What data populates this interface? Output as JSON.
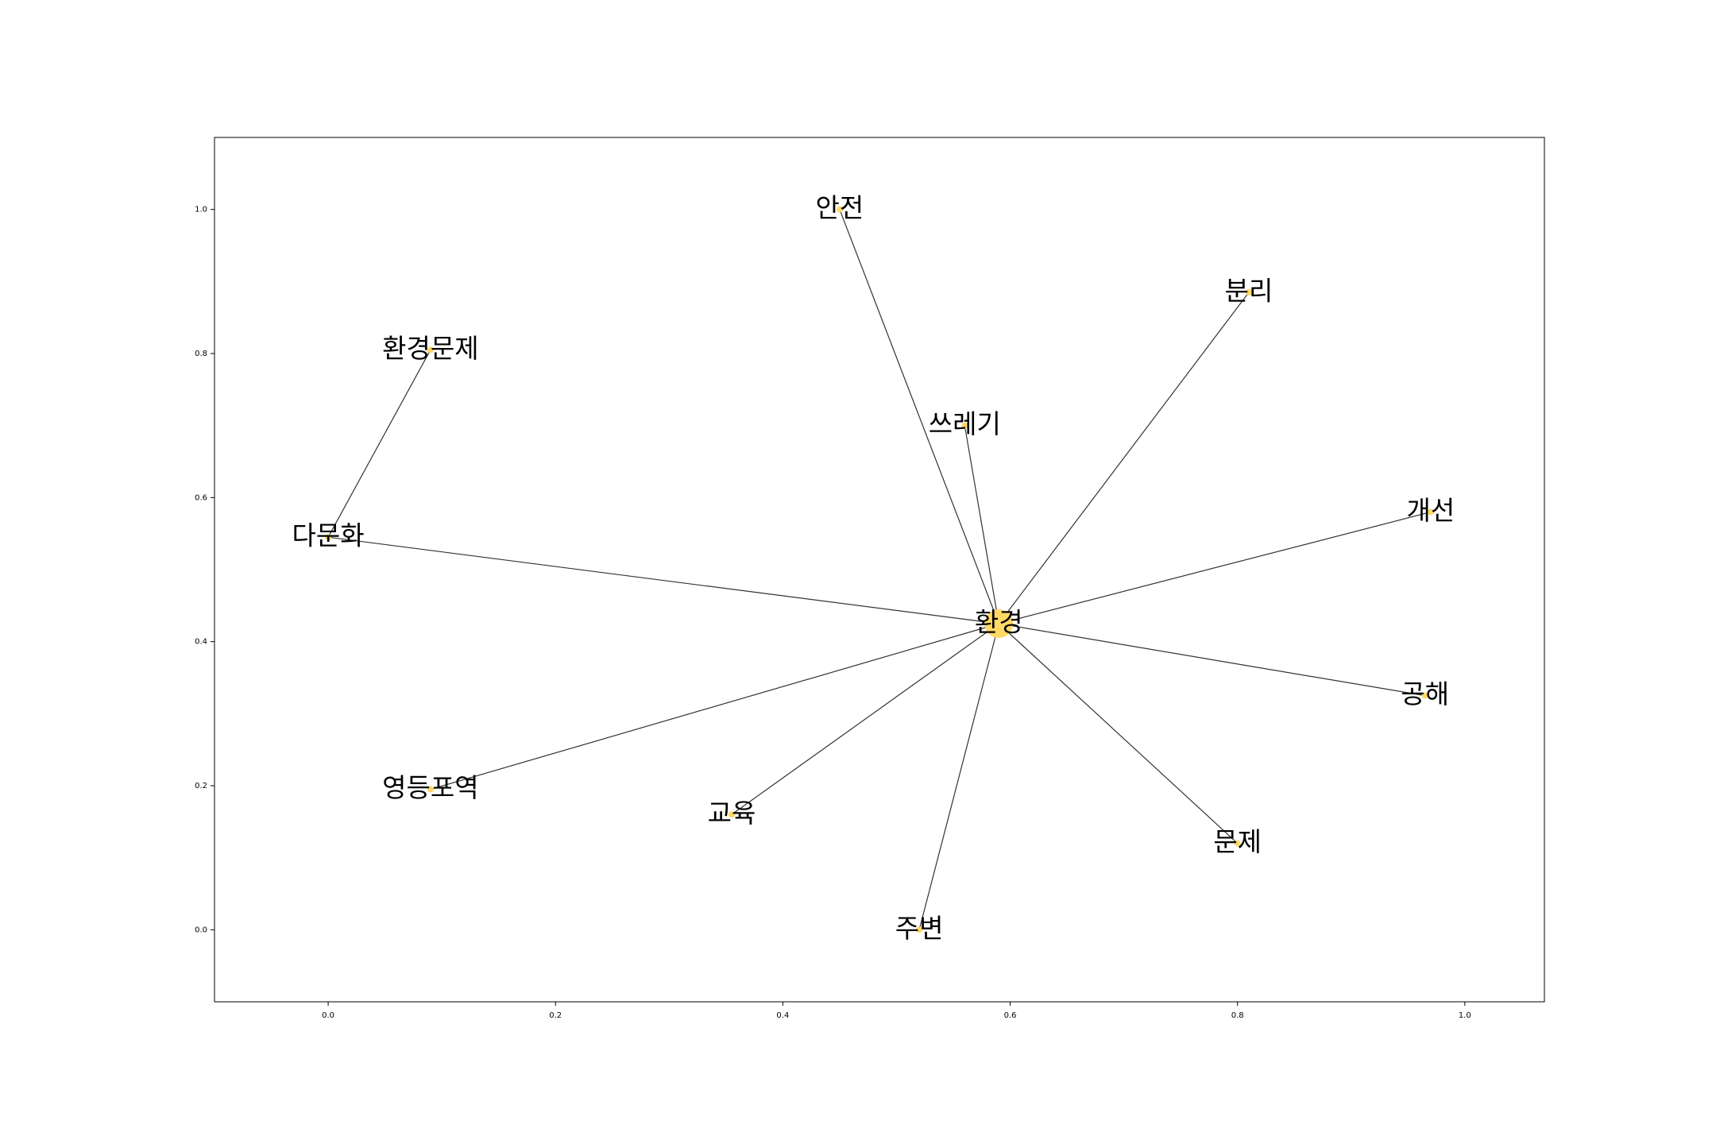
{
  "chart_data": {
    "type": "network",
    "title": "",
    "xlabel": "",
    "ylabel": "",
    "xlim": [
      -0.1,
      1.07
    ],
    "ylim": [
      -0.1,
      1.1
    ],
    "xticks": [
      0.0,
      0.2,
      0.4,
      0.6,
      0.8,
      1.0
    ],
    "yticks": [
      0.0,
      0.2,
      0.4,
      0.6,
      0.8,
      1.0
    ],
    "xtick_labels": [
      "0.0",
      "0.2",
      "0.4",
      "0.6",
      "0.8",
      "1.0"
    ],
    "ytick_labels": [
      "0.0",
      "0.2",
      "0.4",
      "0.6",
      "0.8",
      "1.0"
    ],
    "grid": false,
    "node_color": "#ffd966",
    "edge_color": "#000000",
    "nodes": [
      {
        "id": "환경",
        "label": "환경",
        "x": 0.59,
        "y": 0.425,
        "size": 3
      },
      {
        "id": "안전",
        "label": "안전",
        "x": 0.45,
        "y": 1.0,
        "size": 1
      },
      {
        "id": "분리",
        "label": "분리",
        "x": 0.81,
        "y": 0.885,
        "size": 1
      },
      {
        "id": "쓰레기",
        "label": "쓰레기",
        "x": 0.56,
        "y": 0.7,
        "size": 1
      },
      {
        "id": "환경문제",
        "label": "환경문제",
        "x": 0.09,
        "y": 0.805,
        "size": 1
      },
      {
        "id": "다문화",
        "label": "다문화",
        "x": 0.0,
        "y": 0.545,
        "size": 1
      },
      {
        "id": "개선",
        "label": "개선",
        "x": 0.97,
        "y": 0.58,
        "size": 1
      },
      {
        "id": "공해",
        "label": "공해",
        "x": 0.965,
        "y": 0.325,
        "size": 1
      },
      {
        "id": "영등포역",
        "label": "영등포역",
        "x": 0.09,
        "y": 0.195,
        "size": 1
      },
      {
        "id": "교육",
        "label": "교육",
        "x": 0.355,
        "y": 0.16,
        "size": 1
      },
      {
        "id": "문제",
        "label": "문제",
        "x": 0.8,
        "y": 0.12,
        "size": 1
      },
      {
        "id": "주변",
        "label": "주변",
        "x": 0.52,
        "y": 0.0,
        "size": 1
      }
    ],
    "edges": [
      [
        "환경",
        "안전"
      ],
      [
        "환경",
        "분리"
      ],
      [
        "환경",
        "쓰레기"
      ],
      [
        "환경",
        "다문화"
      ],
      [
        "환경",
        "개선"
      ],
      [
        "환경",
        "공해"
      ],
      [
        "환경",
        "영등포역"
      ],
      [
        "환경",
        "교육"
      ],
      [
        "환경",
        "문제"
      ],
      [
        "환경",
        "주변"
      ],
      [
        "다문화",
        "환경문제"
      ]
    ]
  }
}
